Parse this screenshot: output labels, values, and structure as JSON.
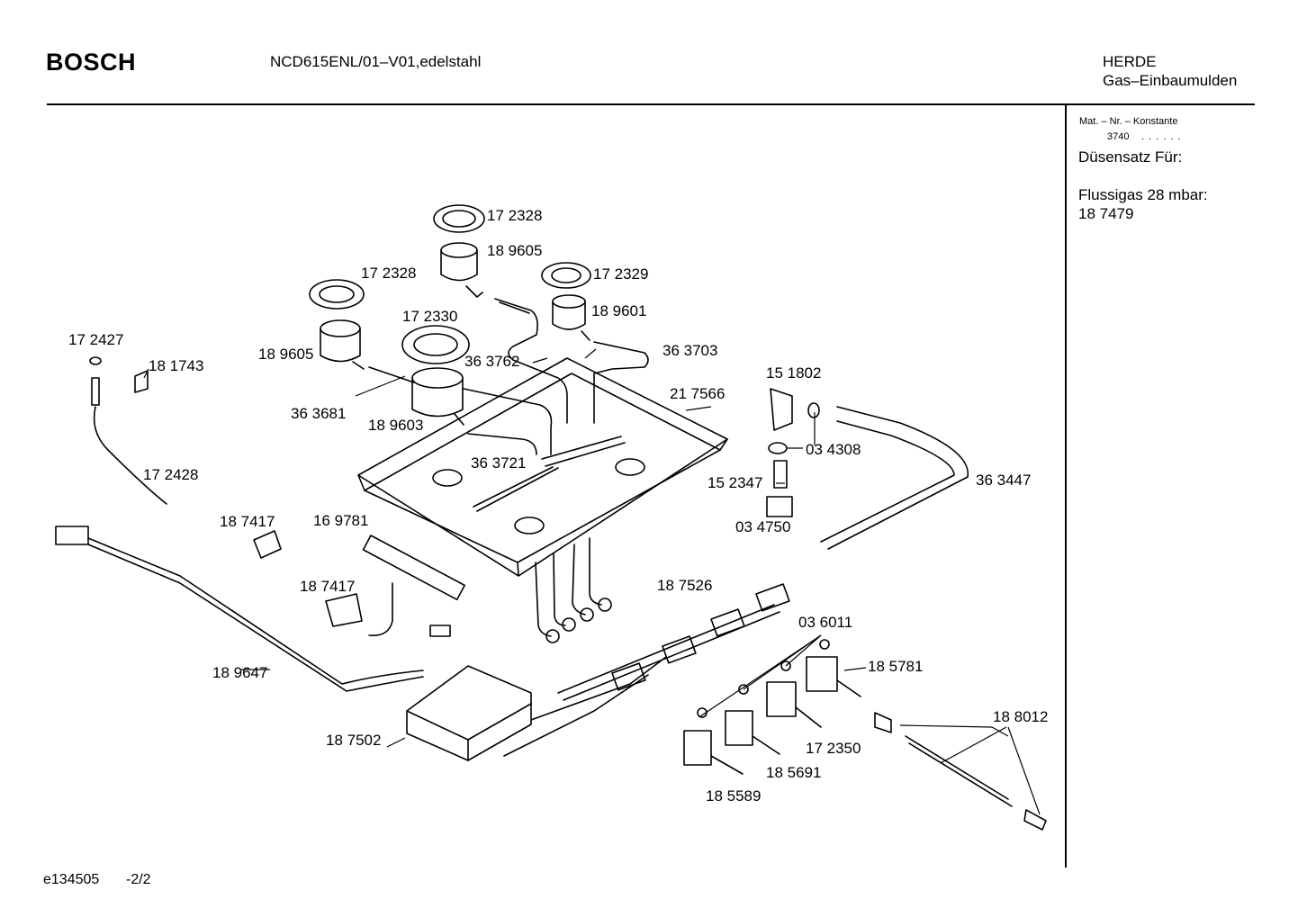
{
  "header": {
    "brand": "BOSCH",
    "model": "NCD615ENL/01–V01,edelstahl",
    "category_line1": "HERDE",
    "category_line2": "Gas–Einbaumulden"
  },
  "sidebar": {
    "mat_label": "Mat. – Nr. – Konstante",
    "mat_value": "3740",
    "mat_dots": ". . . . . .",
    "nozzle_title": "Düsensatz Für:",
    "gas_label": "Flussigas 28 mbar:",
    "gas_part": "18 7479"
  },
  "diagram": {
    "part_labels": [
      "17 2328",
      "18 9605",
      "17 2328",
      "17 2329",
      "18 9601",
      "17 2330",
      "17 2427",
      "18 1743",
      "18 9605",
      "36 3762",
      "36 3703",
      "15 1802",
      "21 7566",
      "36 3681",
      "18 9603",
      "03 4308",
      "36 3721",
      "15 2347",
      "36 3447",
      "17 2428",
      "03 4750",
      "18 7417",
      "16 9781",
      "18 7417",
      "18 7526",
      "03 6011",
      "18 5781",
      "18 9647",
      "18 8012",
      "18 7502",
      "17 2350",
      "18 5691",
      "18 5589"
    ]
  },
  "footer": {
    "doc_id": "e134505",
    "page": "-2/2"
  }
}
